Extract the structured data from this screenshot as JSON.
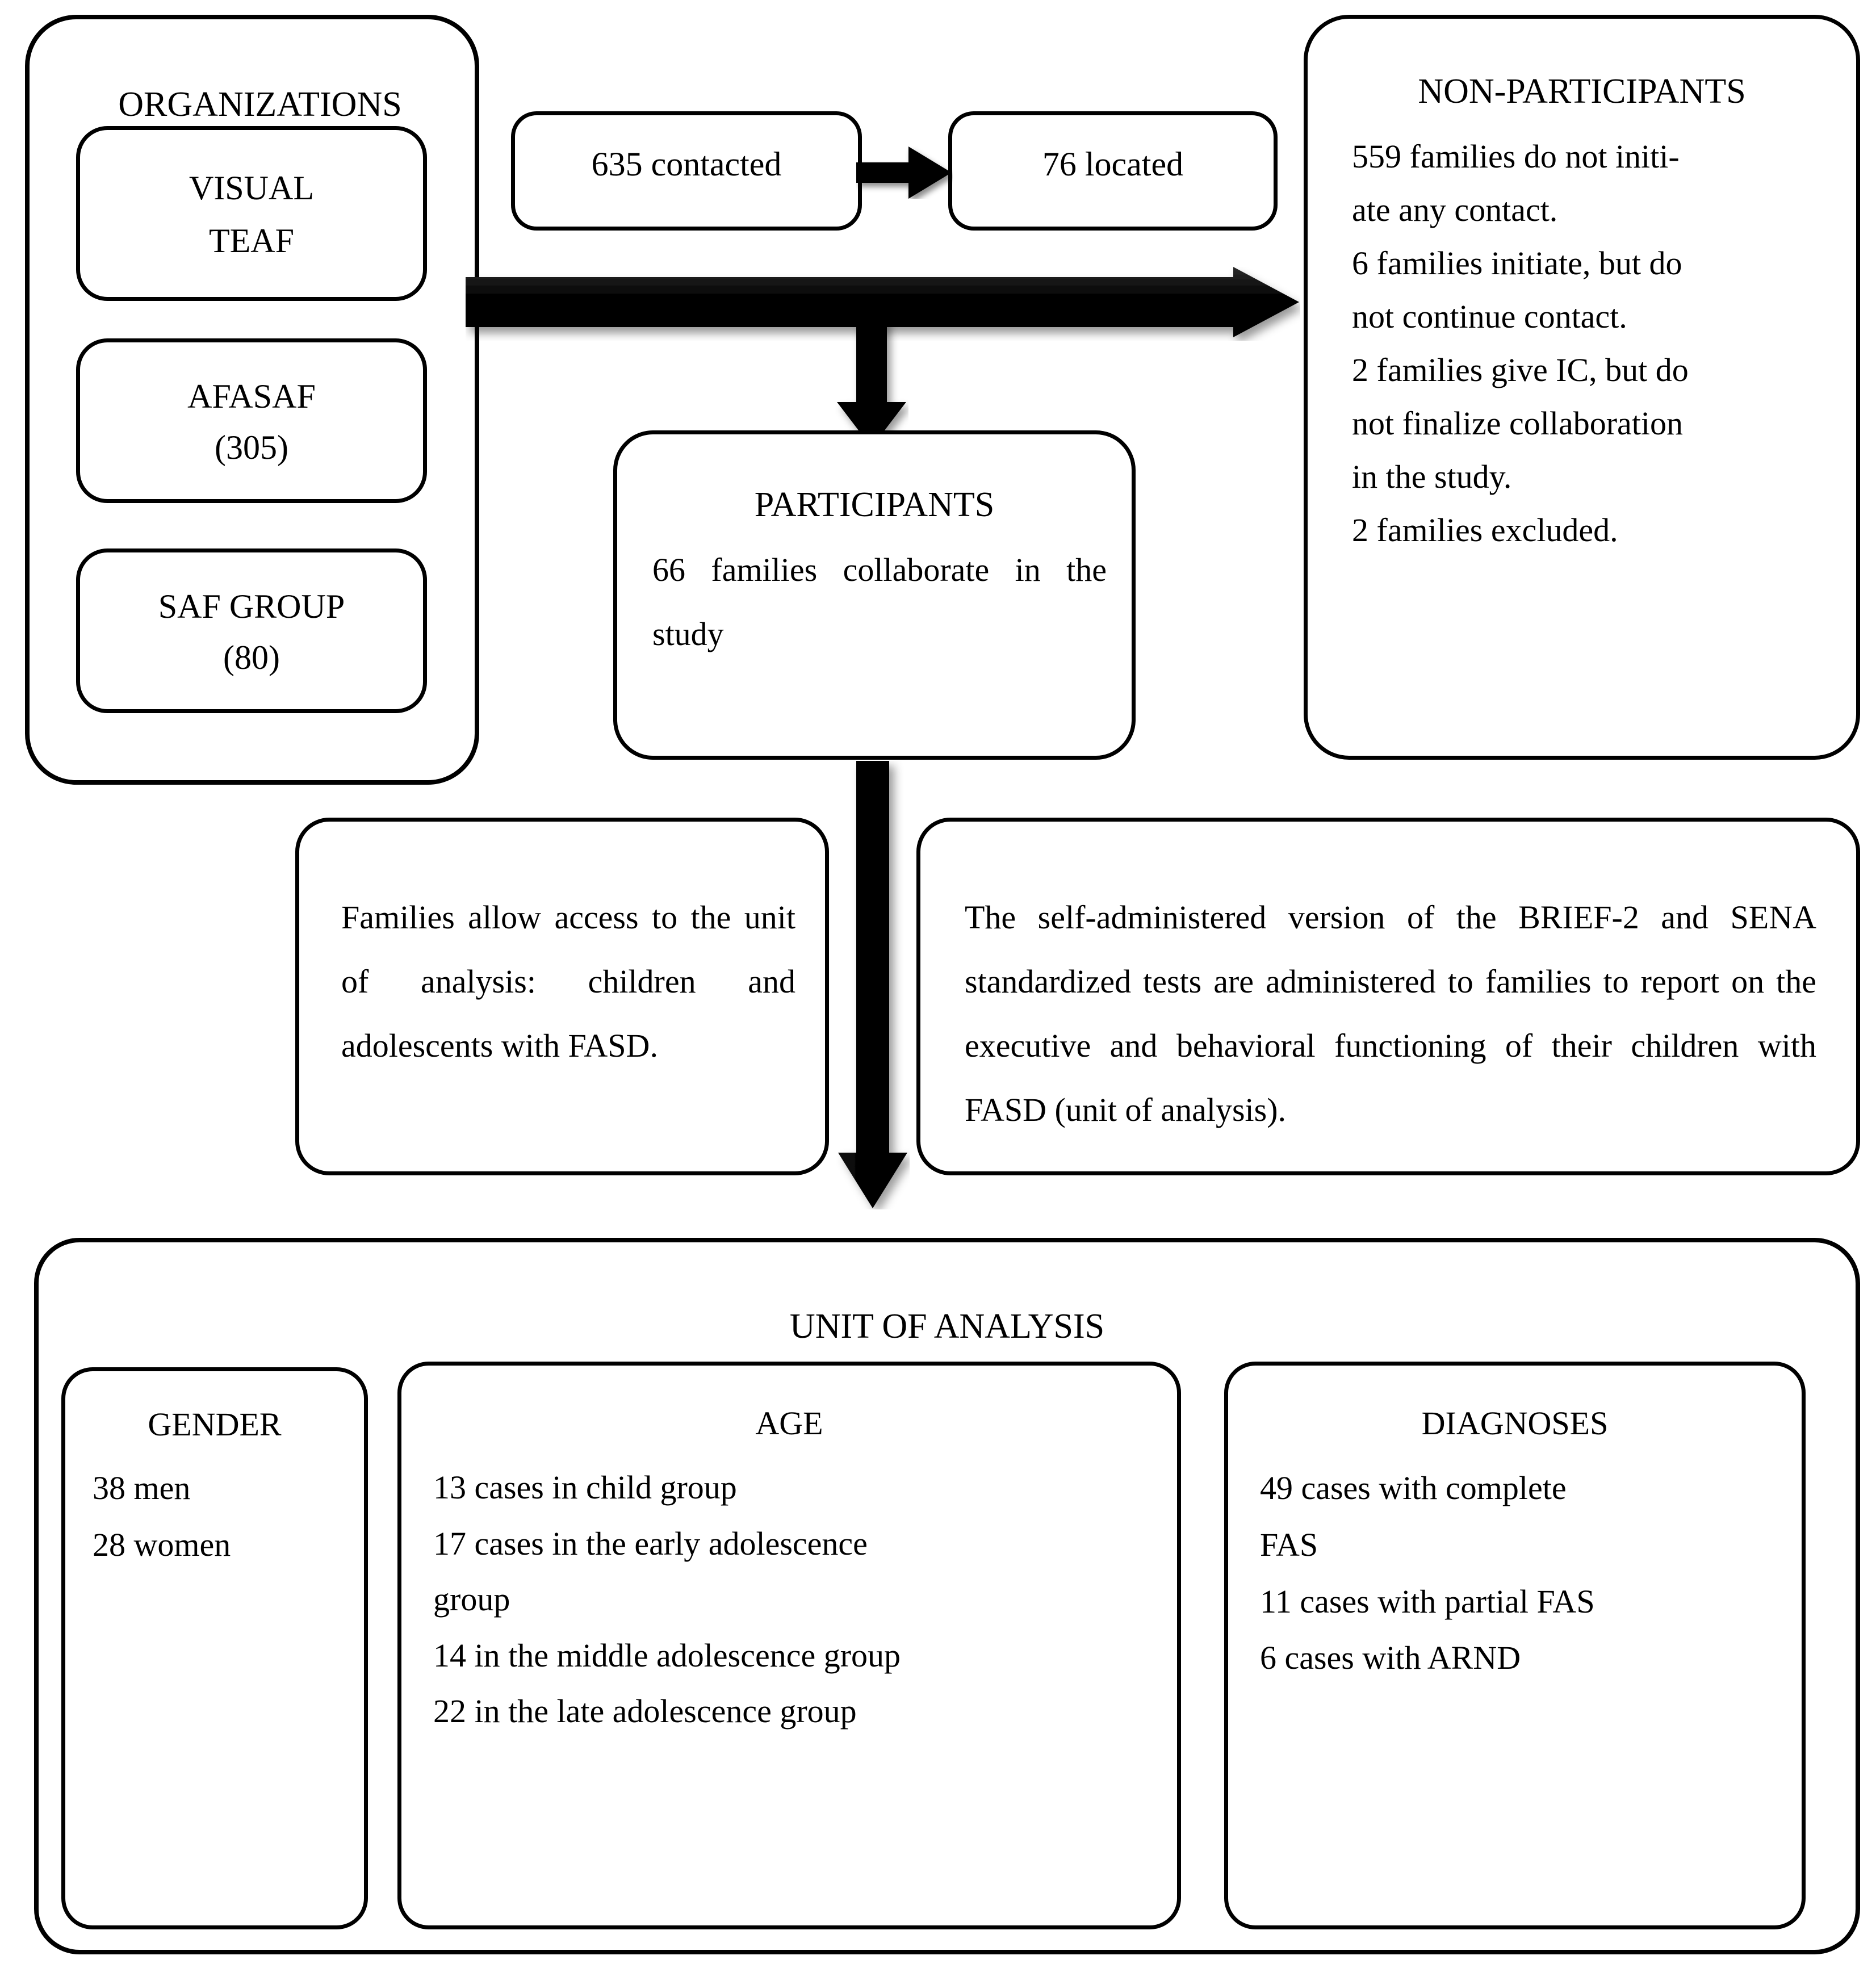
{
  "figure": {
    "type": "flowchart",
    "description": "Participant recruitment and sample composition flow diagram for a FASD study"
  },
  "organizations": {
    "title": "ORGANIZATIONS",
    "items": [
      {
        "name_line1": "VISUAL",
        "name_line2": "TEAF",
        "count": ""
      },
      {
        "name_line1": "AFASAF",
        "name_line2": "(305)",
        "count": "305"
      },
      {
        "name_line1": "SAF GROUP",
        "name_line2": "(80)",
        "count": "80"
      }
    ]
  },
  "recruitment": {
    "contacted": "635 contacted",
    "located": "76 located"
  },
  "participants": {
    "title": "PARTICIPANTS",
    "body": "66 families collaborate in the study"
  },
  "non_participants": {
    "title": "NON-PARTICIPANTS",
    "lines": [
      "559 families do not initi-",
      "ate any contact.",
      "6 families initiate, but do",
      "not continue contact.",
      "2 families give IC, but do",
      "not finalize collaboration",
      "in the study.",
      "2 families excluded."
    ]
  },
  "access_note": {
    "body": "Families allow access to the unit of analysis: children and adolescents with FASD."
  },
  "instruments_note": {
    "body": "The self-administered version of the BRIEF-2 and SENA standardized tests are administered to families to report on the executive and behavioral functioning of their children with FASD (unit of analysis)."
  },
  "unit_of_analysis": {
    "title": "UNIT OF ANALYSIS",
    "gender": {
      "title": "GENDER",
      "lines": [
        "38 men",
        "28 women"
      ]
    },
    "age": {
      "title": "AGE",
      "lines": [
        "13 cases in child group",
        "17 cases in the early adolescence",
        "group",
        "14 in the middle adolescence group",
        "22 in the late adolescence group"
      ]
    },
    "diagnoses": {
      "title": "DIAGNOSES",
      "lines": [
        "49 cases with complete",
        "FAS",
        "11 cases with partial FAS",
        "6 cases with ARND"
      ]
    }
  },
  "colors": {
    "stroke": "#000000",
    "background": "#ffffff",
    "arrow": "#000000"
  }
}
